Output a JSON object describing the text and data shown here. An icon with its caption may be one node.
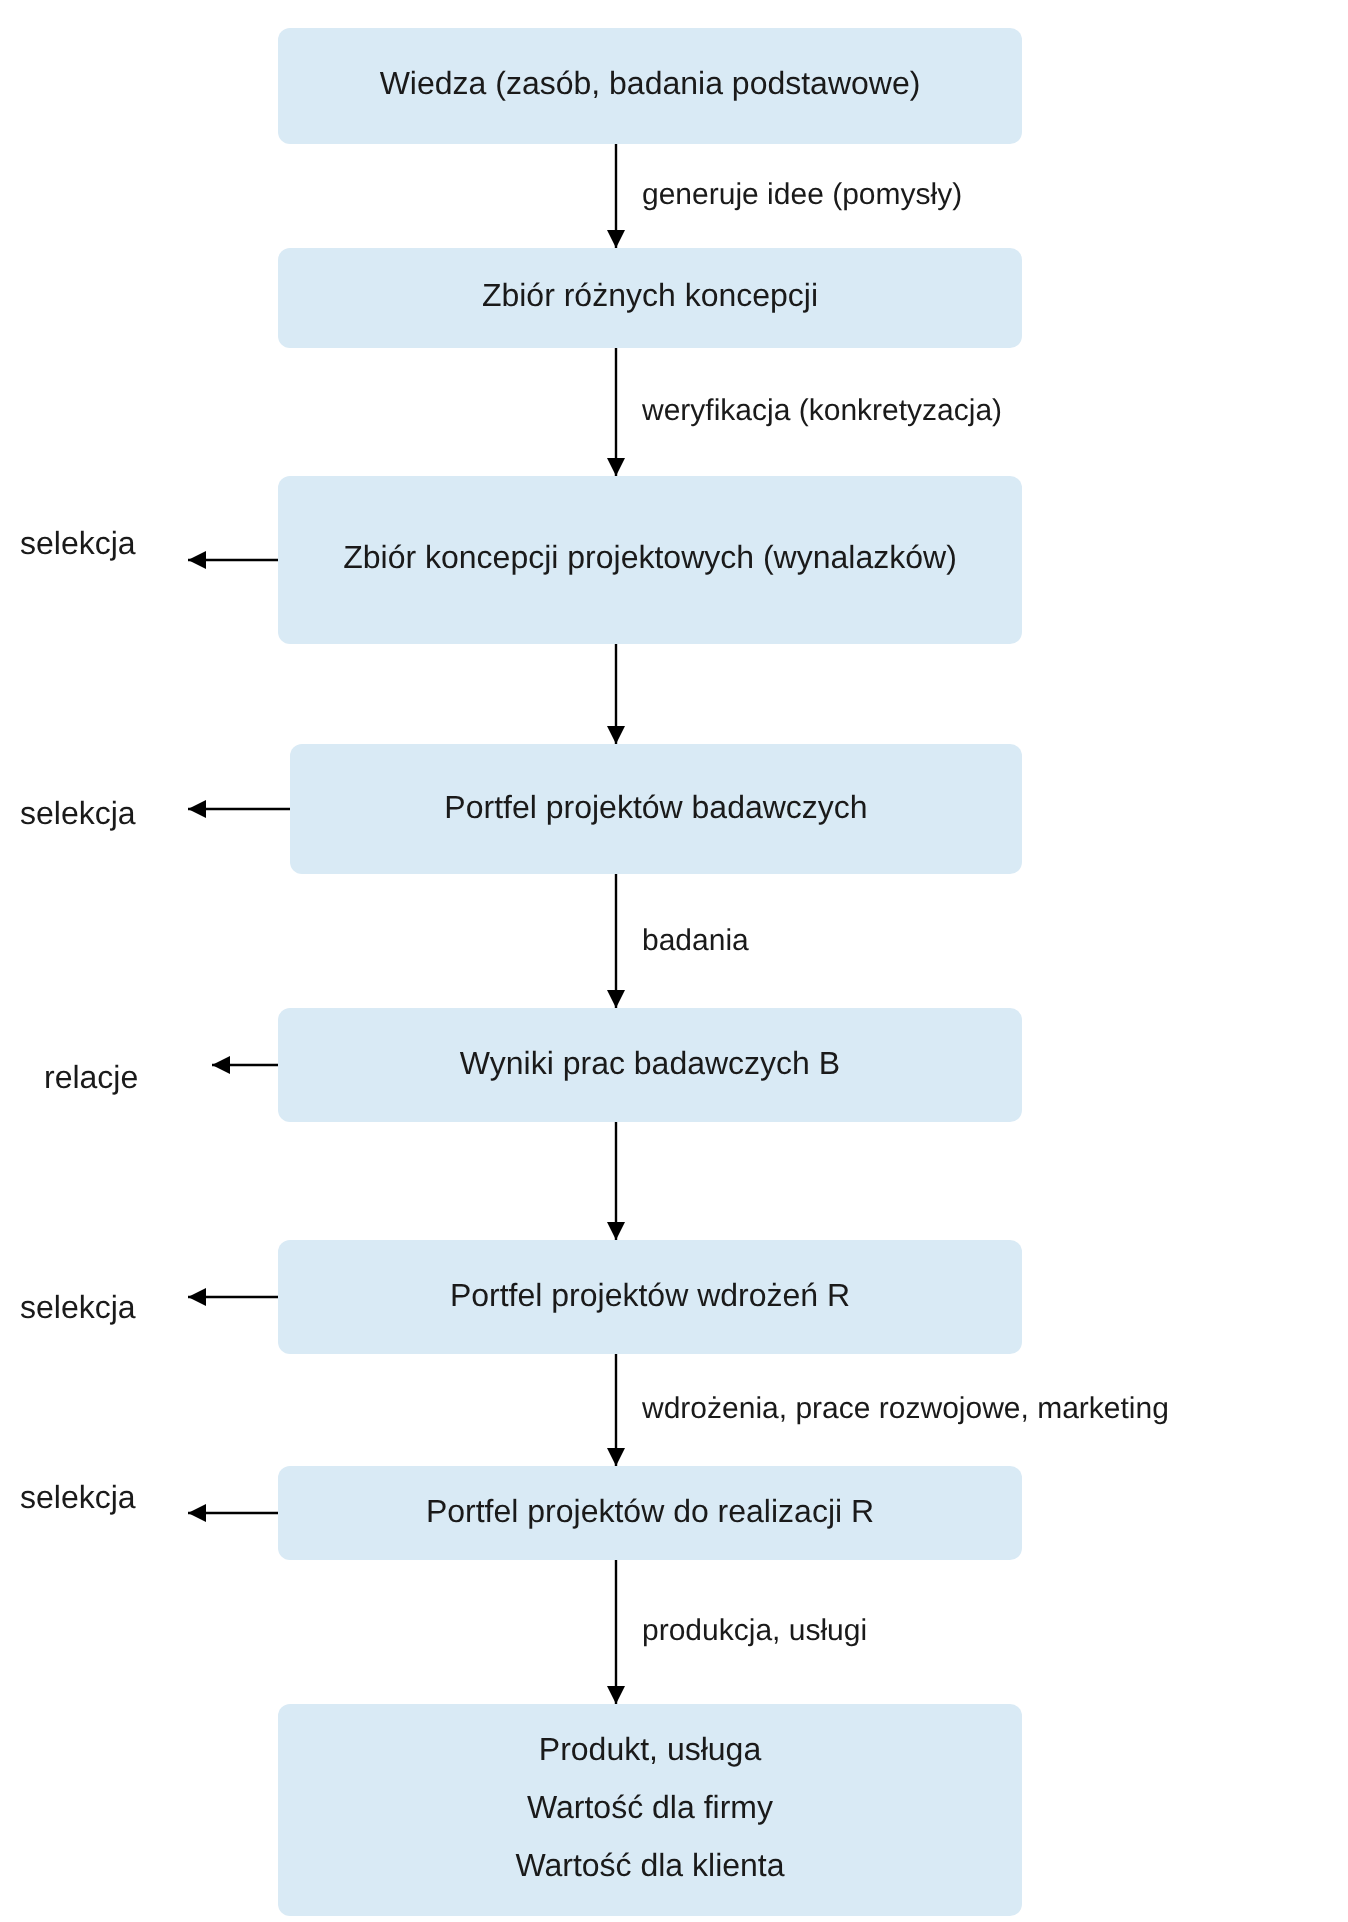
{
  "diagram": {
    "nodes": [
      {
        "text": [
          "Wiedza (zasób, badania podstawowe)"
        ]
      },
      {
        "text": [
          "Zbiór różnych koncepcji"
        ]
      },
      {
        "text": [
          "selekcja"
        ]
      },
      {
        "text": [
          "Zbiór koncepcji projektowych (wynalazków)"
        ]
      },
      {
        "text": [
          "selekcja"
        ]
      },
      {
        "text": [
          "Portfel projektów badawczych"
        ]
      },
      {
        "text": [
          "relacje"
        ]
      },
      {
        "text": [
          "Wyniki prac badawczych B"
        ]
      },
      {
        "text": [
          "selekcja"
        ]
      },
      {
        "text": [
          "Portfel projektów wdrożeń R"
        ]
      },
      {
        "text": [
          "selekcja"
        ]
      },
      {
        "text": [
          "Portfel projektów do realizacji R"
        ]
      },
      {
        "text": [
          "Produkt, usługa",
          "Wartość dla firmy",
          "Wartość dla klienta"
        ]
      }
    ],
    "edges": [
      {
        "from": 0,
        "to": 1,
        "arrow": "to",
        "label": "generuje idee (pomysły)"
      },
      {
        "from": 1,
        "to": 3,
        "arrow": "to",
        "label": "weryfikacja (konkretyzacja)"
      },
      {
        "from": 3,
        "to": 2,
        "arrow": "to"
      },
      {
        "from": 3,
        "to": 5,
        "arrow": "to"
      },
      {
        "from": 5,
        "to": 4,
        "arrow": "to"
      },
      {
        "from": 5,
        "to": 7,
        "arrow": "to",
        "label": "badania"
      },
      {
        "from": 7,
        "to": 6,
        "arrow": "to"
      },
      {
        "from": 7,
        "to": 9,
        "arrow": "to"
      },
      {
        "from": 9,
        "to": 8,
        "arrow": "to"
      },
      {
        "from": 9,
        "to": 11,
        "arrow": "to",
        "label": "wdrożenia, prace rozwojowe, marketing"
      },
      {
        "from": 11,
        "to": 10,
        "arrow": "to"
      },
      {
        "from": 11,
        "to": 12,
        "arrow": "to",
        "label": "produkcja, usługi"
      }
    ]
  }
}
